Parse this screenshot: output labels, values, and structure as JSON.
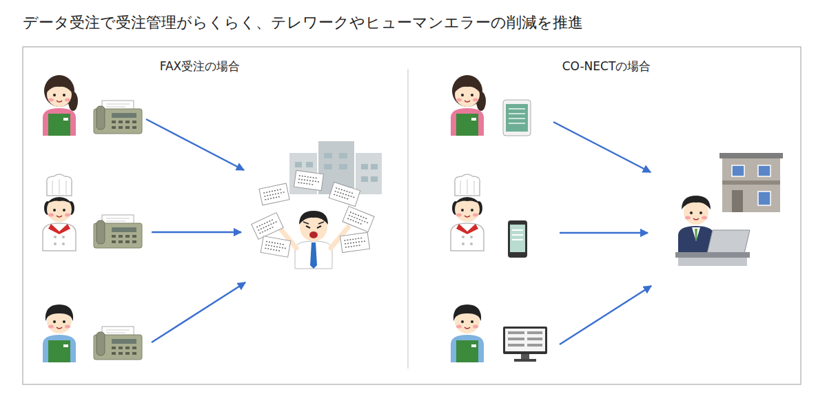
{
  "diagram": {
    "title": "データ受注で受注管理がらくらく、テレワークやヒューマンエラーの削減を推進",
    "nodes": [
      {
        "text": [
          "FAX受注の場合"
        ]
      },
      {
        "text": [
          "CO-NECTの場合"
        ]
      }
    ]
  }
}
